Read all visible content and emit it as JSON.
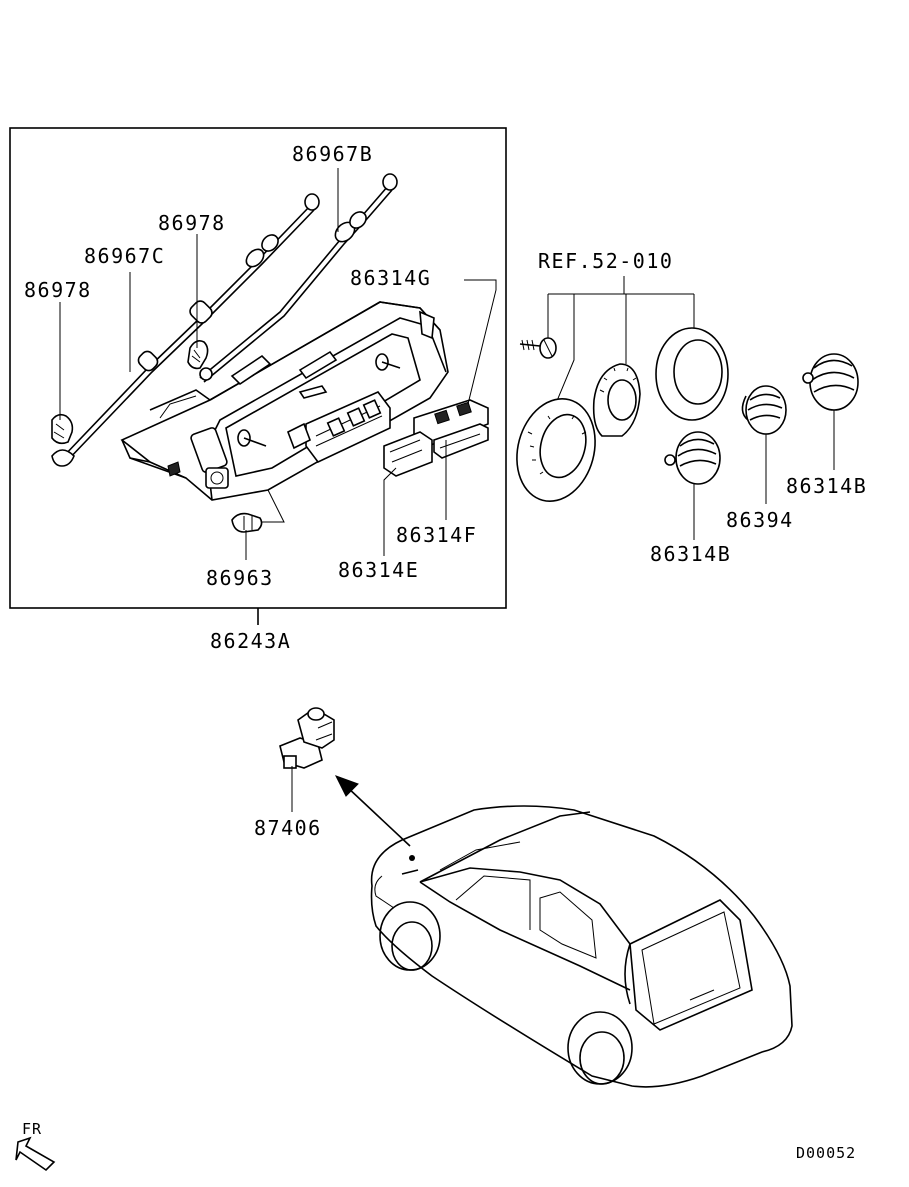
{
  "labels": {
    "cable_b": "86967B",
    "cable_c": "86967C",
    "clip_upper": "86978",
    "clip_left": "86978",
    "switch_g": "86314G",
    "switch_f": "86314F",
    "switch_e": "86314E",
    "bulb": "86963",
    "panel_assy": "86243A",
    "ref": "REF.52-010",
    "knob_b_right": "86314B",
    "knob_394": "86394",
    "knob_b_center": "86314B",
    "sensor": "87406",
    "front": "FR",
    "diagram_code": "D00052"
  },
  "icons": {
    "front_arrow": "front-direction-arrow-icon"
  }
}
